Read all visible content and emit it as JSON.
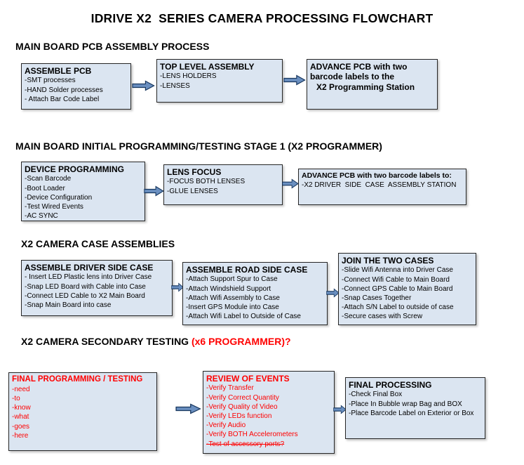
{
  "page": {
    "title": "IDRIVE X2  SERIES CAMERA PROCESSING FLOWCHART"
  },
  "colors": {
    "box_fill": "#dbe5f1",
    "box_border": "#262626",
    "arrow_fill": "#6a8fc0",
    "arrow_stroke": "#17365d",
    "red": "#ff0000"
  },
  "sections": [
    {
      "heading": "MAIN BOARD PCB ASSEMBLY PROCESS",
      "boxes": [
        {
          "title": "ASSEMBLE PCB",
          "lines": [
            "-SMT processes",
            "-HAND Solder processes",
            "- Attach Bar Code Label"
          ]
        },
        {
          "title": "TOP LEVEL ASSEMBLY",
          "lines": [
            "-LENS HOLDERS",
            "-LENSES"
          ]
        },
        {
          "title": "ADVANCE PCB with two barcode labels to the",
          "lines": [
            "X2 Programming Station"
          ]
        }
      ]
    },
    {
      "heading": "MAIN BOARD INITIAL PROGRAMMING/TESTING STAGE 1 (X2 PROGRAMMER)",
      "boxes": [
        {
          "title": "DEVICE PROGRAMMING",
          "lines": [
            "-Scan Barcode",
            "-Boot Loader",
            "-Device Configuration",
            "-Test Wired Events",
            "-AC SYNC"
          ]
        },
        {
          "title": "LENS FOCUS",
          "lines": [
            "-FOCUS BOTH LENSES",
            "-GLUE LENSES"
          ]
        },
        {
          "title": "ADVANCE PCB with two barcode labels to:",
          "lines": [
            "-X2 DRIVER  SIDE  CASE  ASSEMBLY STATION"
          ]
        }
      ]
    },
    {
      "heading": "X2 CAMERA CASE ASSEMBLIES",
      "boxes": [
        {
          "title": "ASSEMBLE DRIVER SIDE CASE",
          "lines": [
            "- Insert LED Plastic lens into Driver Case",
            "-Snap LED Board with Cable into Case",
            "-Connect LED Cable to X2 Main Board",
            "-Snap Main Board into case"
          ]
        },
        {
          "title": "ASSEMBLE ROAD SIDE CASE",
          "lines": [
            "-Attach Support Spur to Case",
            "-Attach Windshield Support",
            "-Attach Wifi Assembly to Case",
            "-Insert GPS Module into Case",
            "-Attach Wifi Label to Outside of Case"
          ]
        },
        {
          "title": "JOIN THE TWO CASES",
          "lines": [
            "-Slide Wifi Antenna into Driver Case",
            "-Connect Wifi Cable to Main Board",
            "-Connect GPS Cable to Main Board",
            "-Snap Cases Together",
            "-Attach S/N Label to outside of case",
            "-Secure cases with Screw"
          ]
        }
      ]
    },
    {
      "heading_black": "X2 CAMERA SECONDARY TESTING  ",
      "heading_red": "(x6 PROGRAMMER)?",
      "boxes": [
        {
          "title": "FINAL PROGRAMMING / TESTING",
          "lines": [
            "-need",
            "-to",
            "-know",
            "-what",
            "-goes",
            "-here"
          ]
        },
        {
          "title": "REVIEW OF EVENTS",
          "lines": [
            "-Verify Transfer",
            "-Verify Correct Quantity",
            "-Verify Quality of Video",
            "-Verify LEDs function",
            "-Verify Audio",
            "-Verify BOTH Accelerometers",
            "-Test of accessory ports?"
          ]
        },
        {
          "title": "FINAL PROCESSING",
          "lines": [
            "-Check Final Box",
            "-Place In Bubble wrap Bag and BOX",
            "-Place Barcode Label on Exterior or Box"
          ]
        }
      ]
    }
  ]
}
